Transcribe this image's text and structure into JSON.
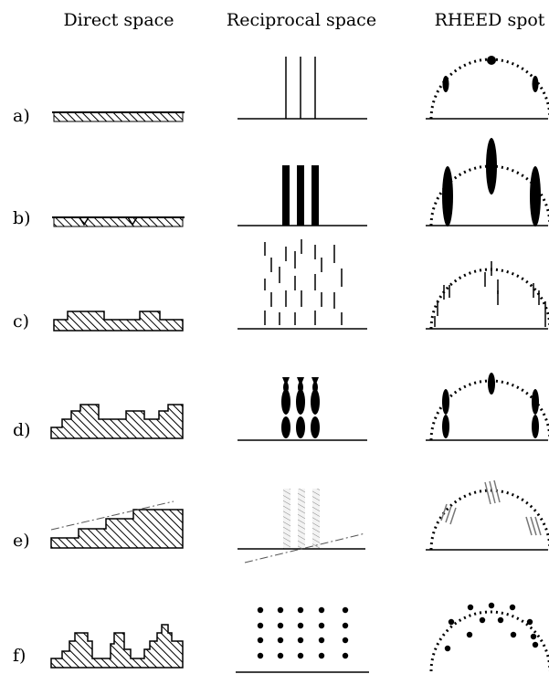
{
  "headers": {
    "direct": "Direct space",
    "reciprocal": "Reciprocal space",
    "rheed": "RHEED spot"
  },
  "rows": [
    {
      "id": "a",
      "label": "a)"
    },
    {
      "id": "b",
      "label": "b)"
    },
    {
      "id": "c",
      "label": "c)"
    },
    {
      "id": "d",
      "label": "d)"
    },
    {
      "id": "e",
      "label": "e)"
    },
    {
      "id": "f",
      "label": "f)"
    }
  ],
  "colors": {
    "ink": "#000000",
    "gray": "#777777",
    "background": "#ffffff"
  }
}
